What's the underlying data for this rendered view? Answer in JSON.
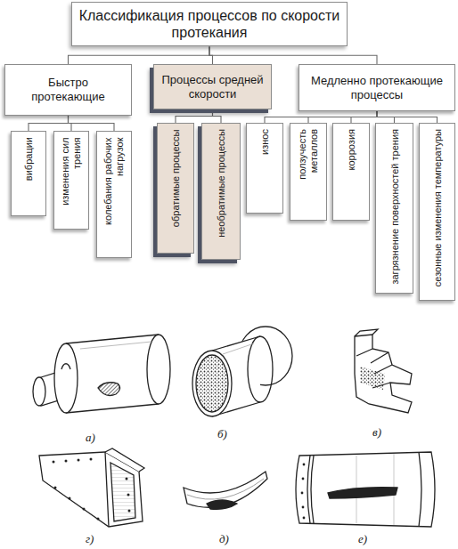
{
  "diagram": {
    "nodes": [
      {
        "text": [
          "Классификация процессов по скорости протекания"
        ]
      },
      {
        "text": [
          "Быстро протекающие"
        ]
      },
      {
        "text": [
          "Процессы средней скорости"
        ]
      },
      {
        "text": [
          "Медленно протекающие процессы"
        ]
      },
      {
        "text": [
          "вибрации"
        ]
      },
      {
        "text": [
          "изменения сил трения"
        ]
      },
      {
        "text": [
          "колебания рабочих нагрузок"
        ]
      },
      {
        "text": [
          "обратимые процессы"
        ]
      },
      {
        "text": [
          "необратимые процессы"
        ]
      },
      {
        "text": [
          "износ"
        ]
      },
      {
        "text": [
          "ползучесть металлов"
        ]
      },
      {
        "text": [
          "коррозия"
        ]
      },
      {
        "text": [
          "загрязнение поверхностей трения"
        ]
      },
      {
        "text": [
          "сезонные изменения температуры"
        ]
      }
    ],
    "edges": [
      {
        "from": 0,
        "to": 1,
        "arrow": "none"
      },
      {
        "from": 0,
        "to": 2,
        "arrow": "none"
      },
      {
        "from": 0,
        "to": 3,
        "arrow": "none"
      },
      {
        "from": 1,
        "to": 4,
        "arrow": "none"
      },
      {
        "from": 1,
        "to": 5,
        "arrow": "none"
      },
      {
        "from": 1,
        "to": 6,
        "arrow": "none"
      },
      {
        "from": 2,
        "to": 7,
        "arrow": "none"
      },
      {
        "from": 2,
        "to": 8,
        "arrow": "none"
      },
      {
        "from": 3,
        "to": 9,
        "arrow": "none"
      },
      {
        "from": 3,
        "to": 10,
        "arrow": "none"
      },
      {
        "from": 3,
        "to": 11,
        "arrow": "none"
      },
      {
        "from": 3,
        "to": 12,
        "arrow": "none"
      },
      {
        "from": 3,
        "to": 13,
        "arrow": "none"
      }
    ],
    "labels": [
      "а)",
      "б)",
      "в)",
      "г)",
      "д)",
      "е)"
    ]
  }
}
